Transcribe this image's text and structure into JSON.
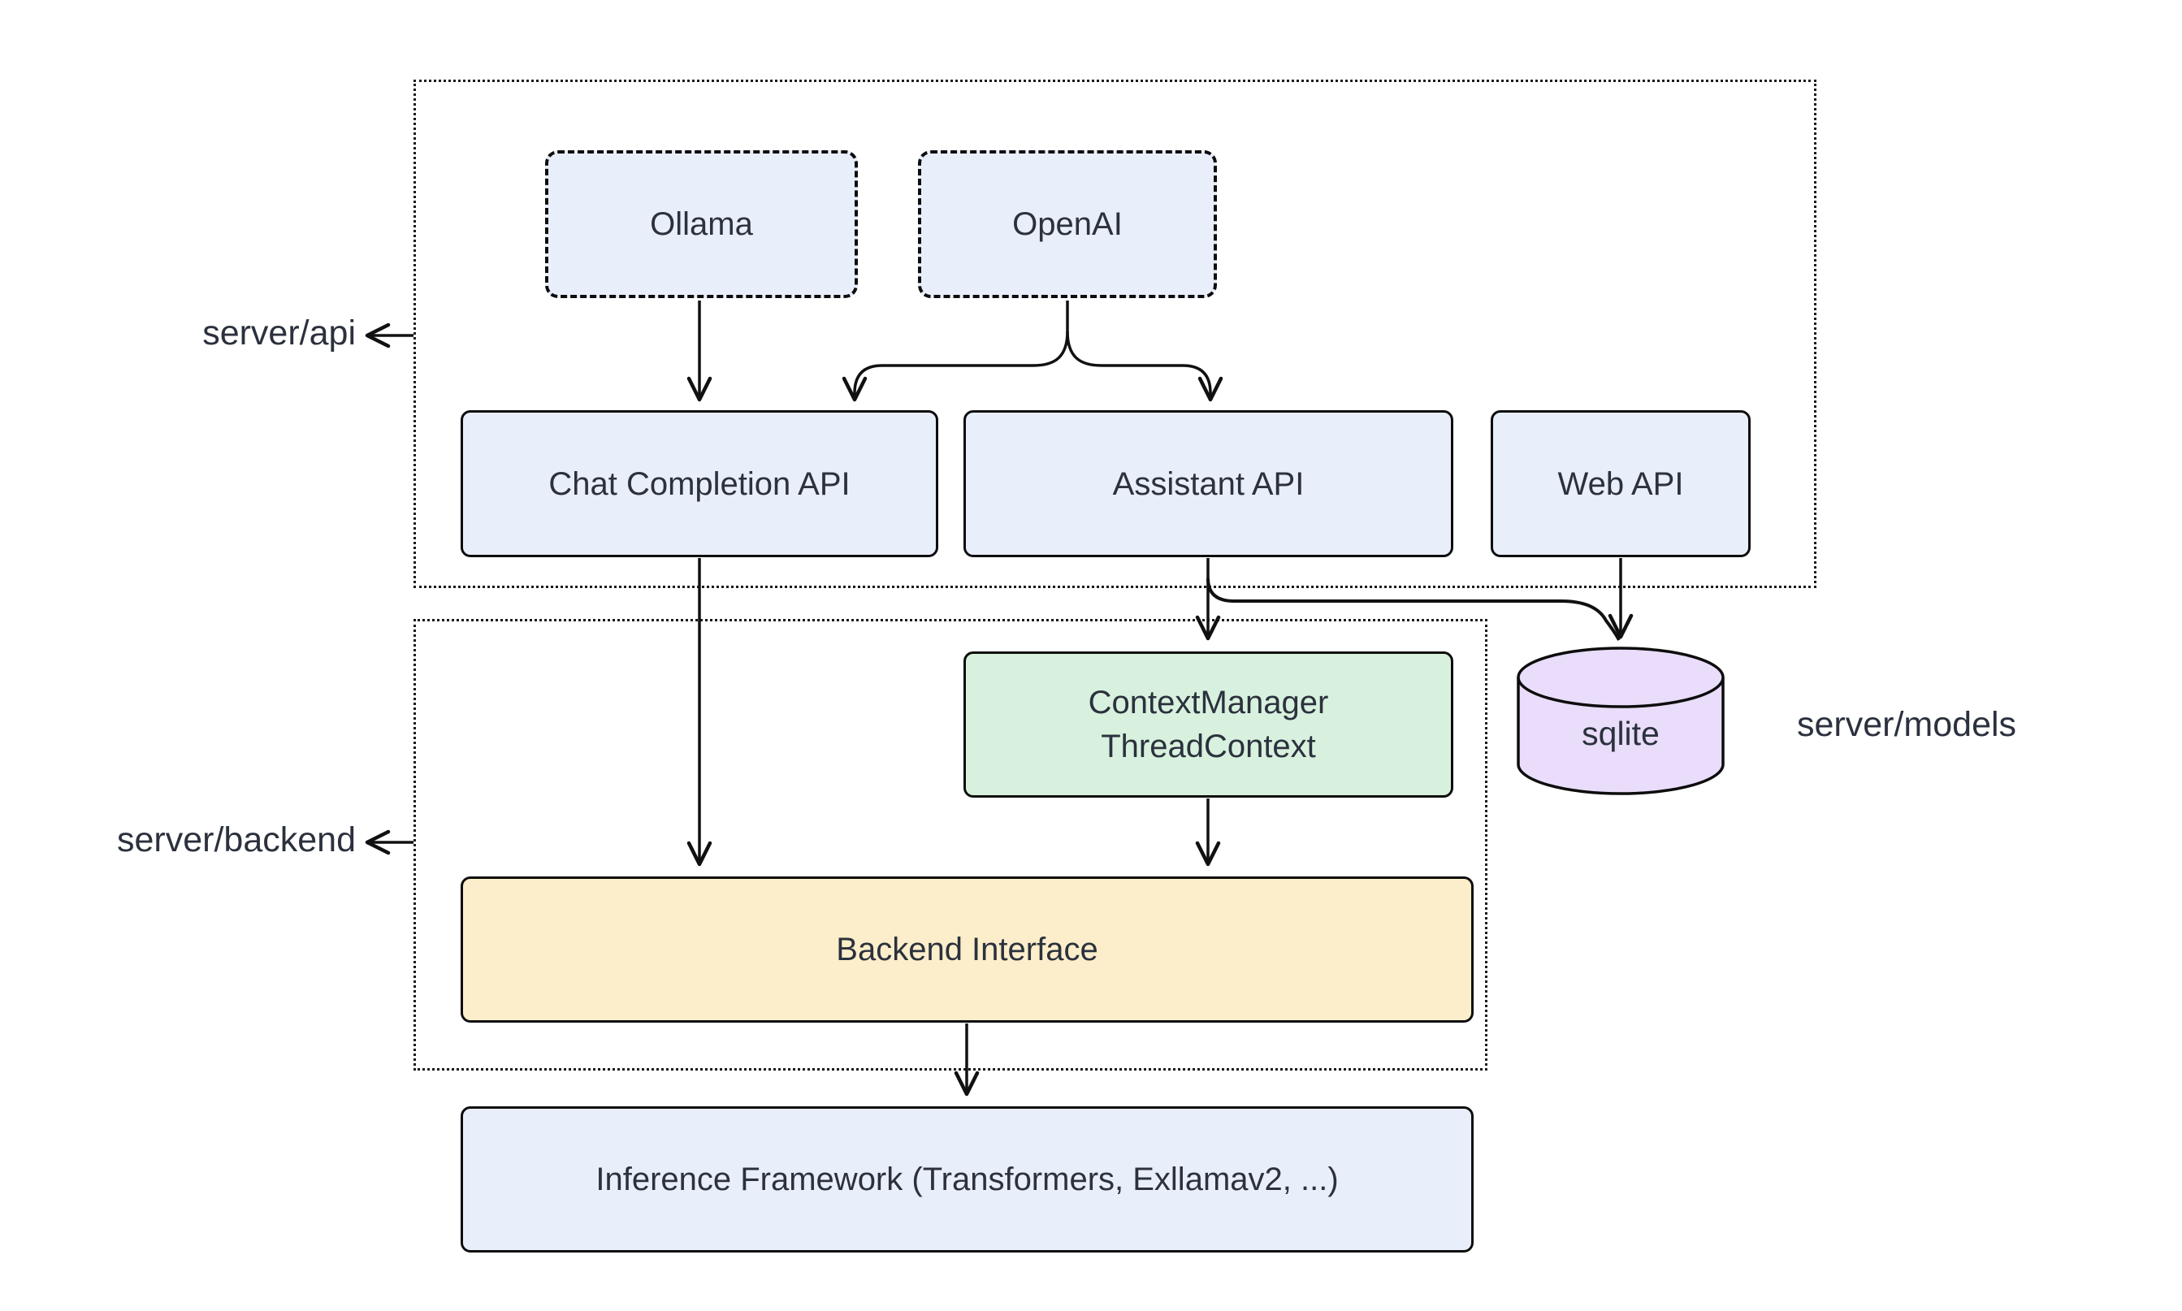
{
  "containers": {
    "api": {
      "label": "server/api"
    },
    "backend": {
      "label": "server/backend"
    },
    "models": {
      "label": "server/models"
    }
  },
  "nodes": {
    "ollama": {
      "label": "Ollama"
    },
    "openai": {
      "label": "OpenAI"
    },
    "chat_completion_api": {
      "label": "Chat Completion API"
    },
    "assistant_api": {
      "label": "Assistant API"
    },
    "web_api": {
      "label": "Web API"
    },
    "context_manager": {
      "line1": "ContextManager",
      "line2": "ThreadContext"
    },
    "sqlite": {
      "label": "sqlite"
    },
    "backend_interface": {
      "label": "Backend Interface"
    },
    "inference_framework": {
      "label": "Inference Framework (Transformers, Exllamav2, ...)"
    }
  },
  "edges": [
    {
      "from": "Ollama",
      "to": "Chat Completion API"
    },
    {
      "from": "OpenAI",
      "to": "Chat Completion API"
    },
    {
      "from": "OpenAI",
      "to": "Assistant API"
    },
    {
      "from": "Chat Completion API",
      "to": "Backend Interface"
    },
    {
      "from": "Assistant API",
      "to": "ContextManager ThreadContext"
    },
    {
      "from": "Assistant API",
      "to": "sqlite"
    },
    {
      "from": "Web API",
      "to": "sqlite"
    },
    {
      "from": "ContextManager ThreadContext",
      "to": "Backend Interface"
    },
    {
      "from": "Backend Interface",
      "to": "Inference Framework (Transformers, Exllamav2, ...)"
    }
  ],
  "colors": {
    "node_blue": "#e9eefb",
    "node_green": "#d8f1de",
    "node_yellow": "#fceeca",
    "node_purple": "#e9ddfb",
    "stroke": "#111111",
    "text": "#2b313d",
    "background": "#ffffff"
  }
}
